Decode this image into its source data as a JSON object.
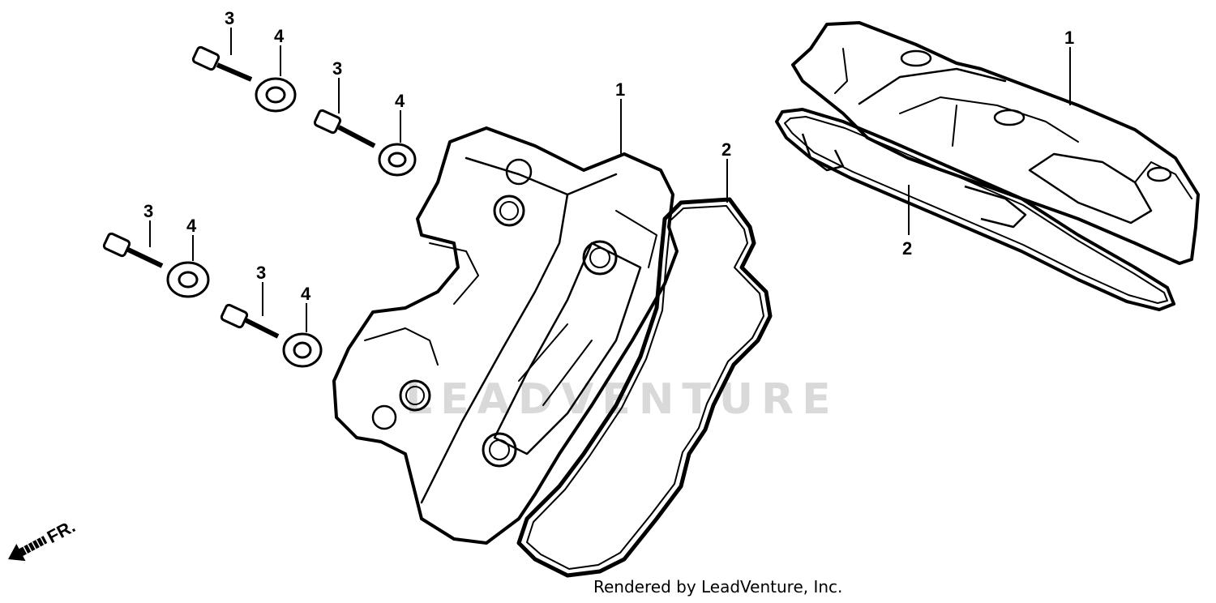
{
  "callouts": {
    "bolt_a": "3",
    "washer_a": "4",
    "bolt_b": "3",
    "washer_b": "4",
    "bolt_c": "3",
    "washer_c": "4",
    "bolt_d": "3",
    "washer_d": "4",
    "cover_front": "1",
    "gasket_front": "2",
    "cover_side": "1",
    "gasket_side": "2"
  },
  "direction_label": "FR.",
  "watermark": "LEADVENTURE",
  "credit": "Rendered by LeadVenture, Inc."
}
